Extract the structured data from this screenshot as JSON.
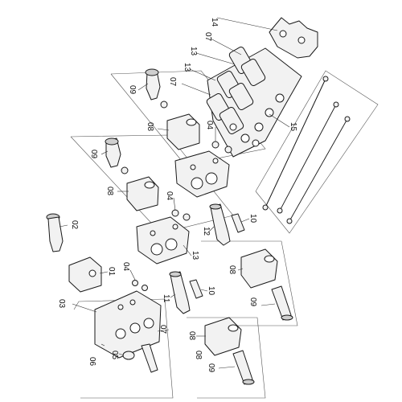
{
  "labels": {
    "p01": "01",
    "p02": "02",
    "p03": "03",
    "p04a": "04",
    "p04b": "04",
    "p04c": "04",
    "p05": "05",
    "p06": "06",
    "p07a": "07",
    "p07b": "07",
    "p07c": "07",
    "p08a": "08",
    "p08b": "08",
    "p08c": "08",
    "p08d": "08",
    "p08e": "08",
    "p09a": "09",
    "p09b": "09",
    "p09c": "09",
    "p09d": "09",
    "p10a": "10",
    "p10b": "10",
    "p11": "11",
    "p12": "12",
    "p13a": "13",
    "p13b": "13",
    "p13c": "13",
    "p14": "14",
    "p15": "15"
  }
}
